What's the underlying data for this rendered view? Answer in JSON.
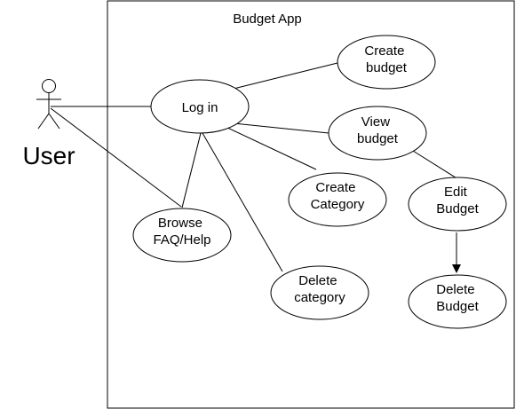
{
  "diagram": {
    "system_title": "Budget App",
    "actor": {
      "name": "User"
    },
    "use_cases": {
      "log_in": {
        "lines": [
          "Log in"
        ]
      },
      "create_budget": {
        "lines": [
          "Create",
          "budget"
        ]
      },
      "view_budget": {
        "lines": [
          "View",
          "budget"
        ]
      },
      "create_category": {
        "lines": [
          "Create",
          "Category"
        ]
      },
      "edit_budget": {
        "lines": [
          "Edit",
          "Budget"
        ]
      },
      "browse_faq": {
        "lines": [
          "Browse",
          "FAQ/Help"
        ]
      },
      "delete_category": {
        "lines": [
          "Delete",
          "category"
        ]
      },
      "delete_budget": {
        "lines": [
          "Delete",
          "Budget"
        ]
      }
    },
    "stroke_color": "#000000",
    "fill_color": "#ffffff"
  }
}
